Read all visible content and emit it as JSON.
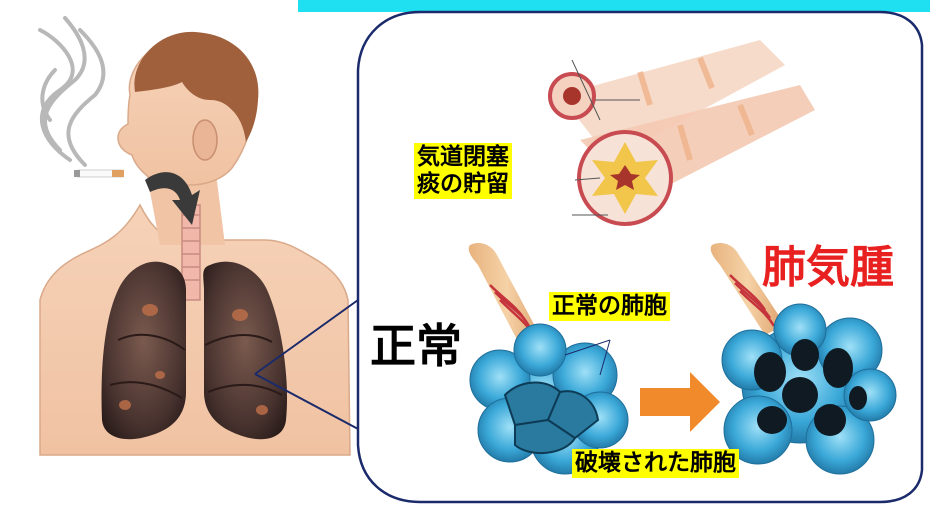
{
  "labels": {
    "airway_line1": "気道閉塞",
    "airway_line2": "痰の貯留",
    "normal": "正常",
    "normal_alveoli": "正常の肺胞",
    "emphysema": "肺気腫",
    "destroyed_alveoli": "破壊された肺胞"
  },
  "colors": {
    "header_bar": "#1fe0f0",
    "label_highlight": "#ffff00",
    "emphysema_text": "#e8201f",
    "arrow": "#f08a2a",
    "alveoli_blue": "#3aa8d8",
    "skin": "#f4c9ab",
    "lung_dark": "#4a3430"
  }
}
